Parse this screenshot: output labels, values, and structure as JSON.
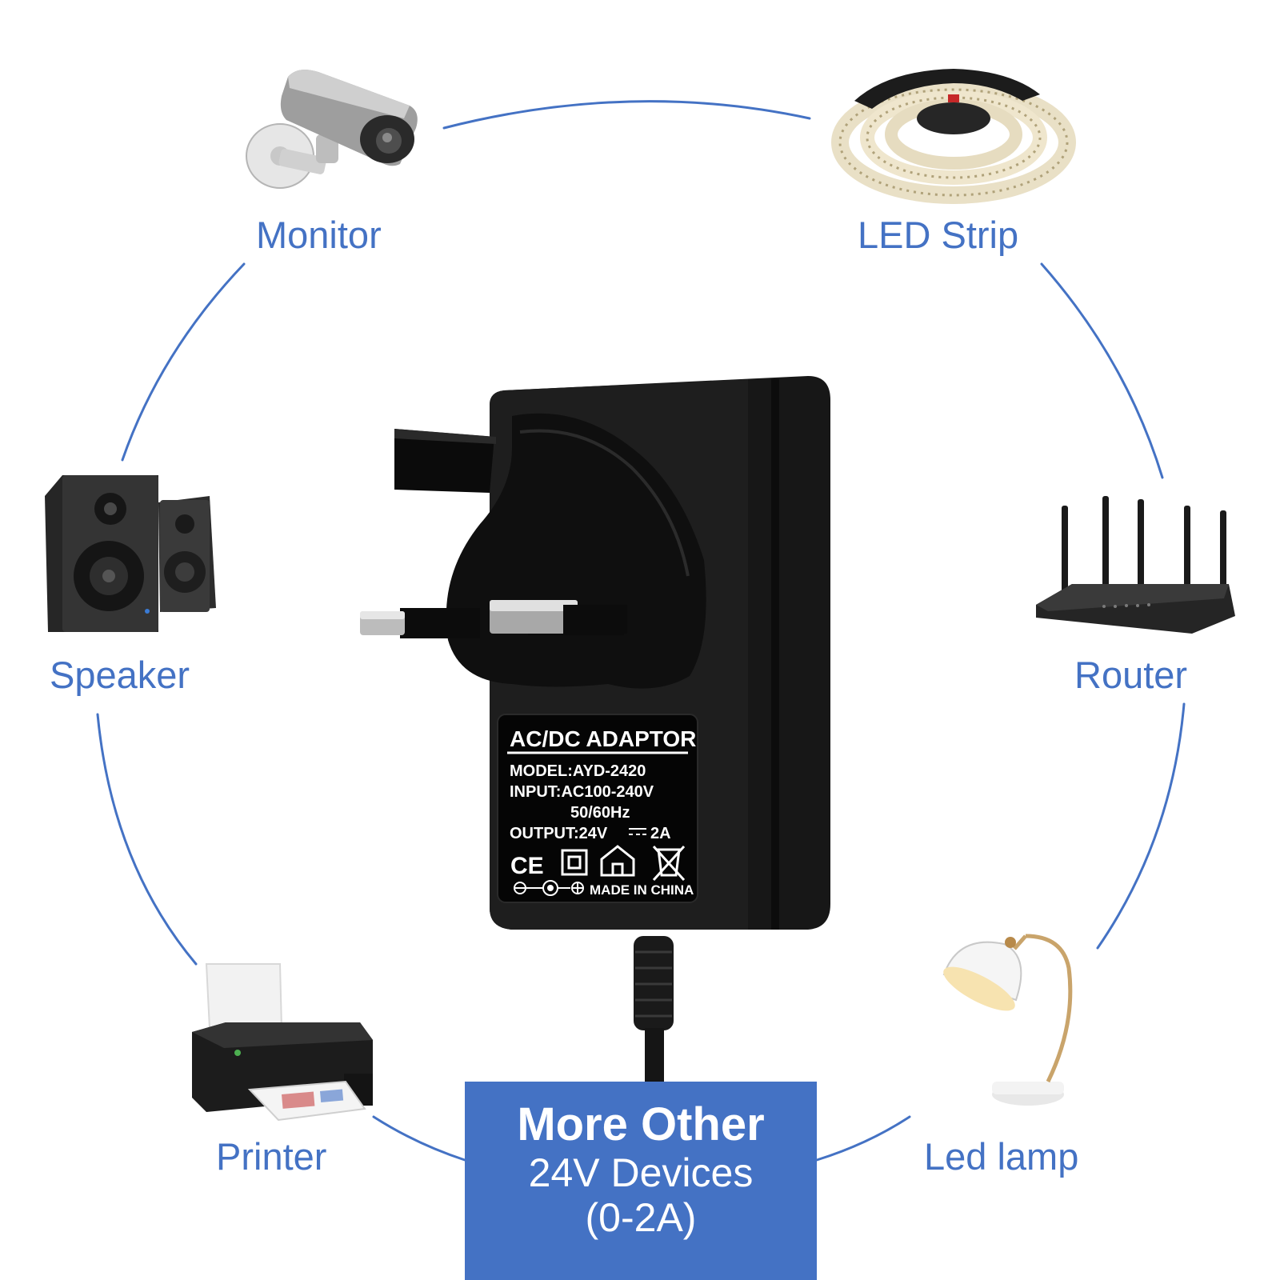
{
  "colors": {
    "accent": "#4472c4",
    "adapter": "#141414",
    "label_text": "#ffffff"
  },
  "devices": {
    "monitor": "Monitor",
    "led_strip": "LED Strip",
    "speaker": "Speaker",
    "router": "Router",
    "printer": "Printer",
    "led_lamp": "Led lamp"
  },
  "adapter_label": {
    "title": "AC/DC ADAPTOR",
    "model": "MODEL:AYD-2420",
    "input": "INPUT:AC100-240V",
    "frequency": "50/60Hz",
    "output": "OUTPUT:24V",
    "output_current": "2A",
    "origin": "MADE IN CHINA",
    "ce_mark": "CE"
  },
  "callout": {
    "title": "More Other",
    "line2": "24V Devices",
    "line3": "(0-2A)"
  }
}
